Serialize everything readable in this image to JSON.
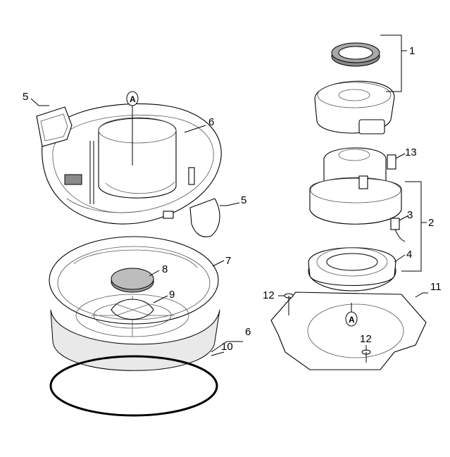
{
  "diagram": {
    "part_labels": {
      "p1": "1",
      "p2": "2",
      "p3": "3",
      "p4": "4",
      "p5a": "5",
      "p5b": "5",
      "p6a": "6",
      "p6b": "6",
      "p7": "7",
      "p8": "8",
      "p9": "9",
      "p10": "10",
      "p11": "11",
      "p12a": "12",
      "p12b": "12",
      "p13": "13"
    },
    "reference_marks": {
      "left": "A",
      "right": "A"
    }
  }
}
